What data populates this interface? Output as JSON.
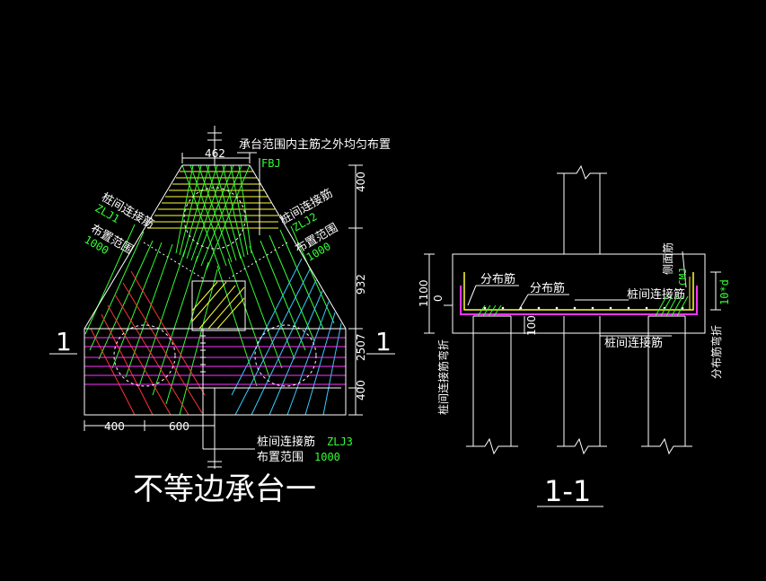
{
  "plan": {
    "title": "不等边承台一",
    "section_mark_left": "1",
    "section_mark_right": "1",
    "note_top": "承台范围内主筋之外均匀布置",
    "label_fbj": "FBJ",
    "dim_top": "462",
    "zlj1": {
      "name": "桩间连接筋",
      "code": "ZLJ1",
      "range": "布置范围",
      "range_val": "1000"
    },
    "zlj2": {
      "name": "桩间连接筋",
      "code": "ZLJ2",
      "range": "布置范围",
      "range_val": "1000"
    },
    "zlj3": {
      "name": "桩间连接筋",
      "code": "ZLJ3",
      "range": "布置范围",
      "range_val": "1000"
    },
    "dims_right": [
      "400",
      "932",
      "2507",
      "400"
    ],
    "dims_bottom": [
      "400",
      "600"
    ]
  },
  "section": {
    "title": "1-1",
    "dim_height": "1100",
    "dim_zero": "0",
    "dim_100": "100",
    "dim_10d": "10*d",
    "label_fenbujin_1": "分布筋",
    "label_fenbujin_2": "分布筋",
    "label_cemianjin": "侧面筋",
    "label_cm_code": "CMJ",
    "label_zhuangjian_1": "桩间连接筋",
    "label_zhuangjian_2": "桩间连接筋",
    "label_left_vertical": "桩间连接筋弯折",
    "label_right_vertical": "分布筋弯折"
  }
}
